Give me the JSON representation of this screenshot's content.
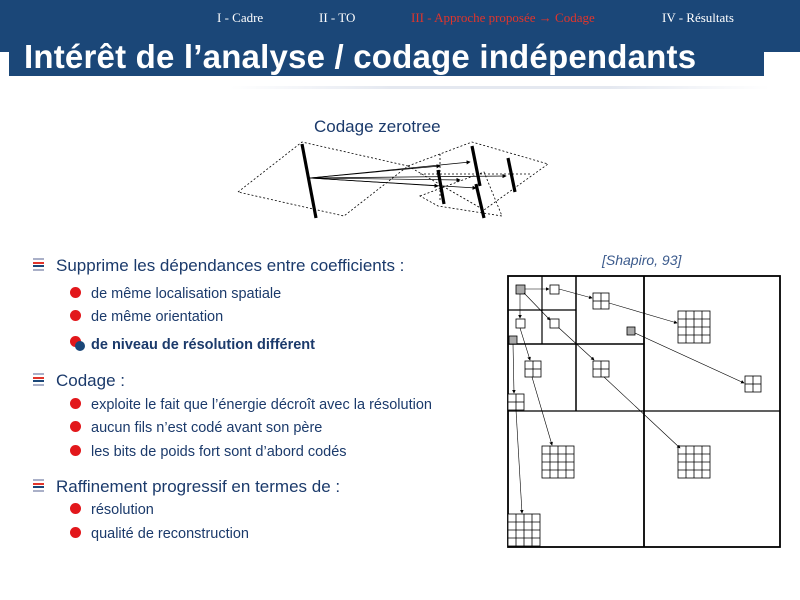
{
  "nav": {
    "items": [
      {
        "label": "I - Cadre"
      },
      {
        "label": "II - TO"
      },
      {
        "label": "III - Approche proposée → Codage"
      },
      {
        "label": "IV - Résultats"
      }
    ]
  },
  "slide": {
    "title": "Intérêt de l’analyse / codage indépendants",
    "subtitle": "Codage zerotree",
    "citation": "[Shapiro, 93]"
  },
  "bullets": [
    {
      "text": "Supprime les dépendances entre coefficients :",
      "sub": [
        "de même localisation spatiale",
        "de même orientation",
        "de niveau de résolution différent"
      ]
    },
    {
      "text": "Codage :",
      "sub": [
        "exploite le fait que l’énergie décroît avec la résolution",
        "aucun fils n’est codé avant son père",
        "les bits de poids fort sont d’abord codés"
      ]
    },
    {
      "text": "Raffinement progressif en termes de :",
      "sub": [
        "résolution",
        "qualité de reconstruction"
      ]
    }
  ],
  "colors": {
    "header_blue": "#1b4778",
    "accent_red": "#e2352b",
    "text_navy": "#1b3a6b"
  }
}
